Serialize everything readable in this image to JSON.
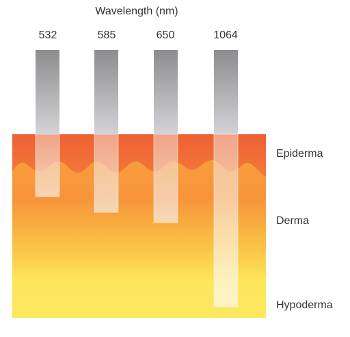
{
  "title": "Wavelength (nm)",
  "wavelengths": [
    {
      "label": "532",
      "penetration": "epidermis-shallow-dermis"
    },
    {
      "label": "585",
      "penetration": "upper-dermis"
    },
    {
      "label": "650",
      "penetration": "mid-dermis"
    },
    {
      "label": "1064",
      "penetration": "deep-dermis"
    }
  ],
  "layers": [
    {
      "label": "Epiderma",
      "color": "#F06A35"
    },
    {
      "label": "Derma",
      "color": "#F7963A"
    },
    {
      "label": "Hypoderma",
      "color": "#FDE85C"
    }
  ],
  "colors": {
    "beam_top": "#8E8E90",
    "beam_bottom": "#D2D2D6",
    "beam_in_tissue": "#F5E6D8",
    "background": "#FFFFFF",
    "text": "#333333"
  }
}
